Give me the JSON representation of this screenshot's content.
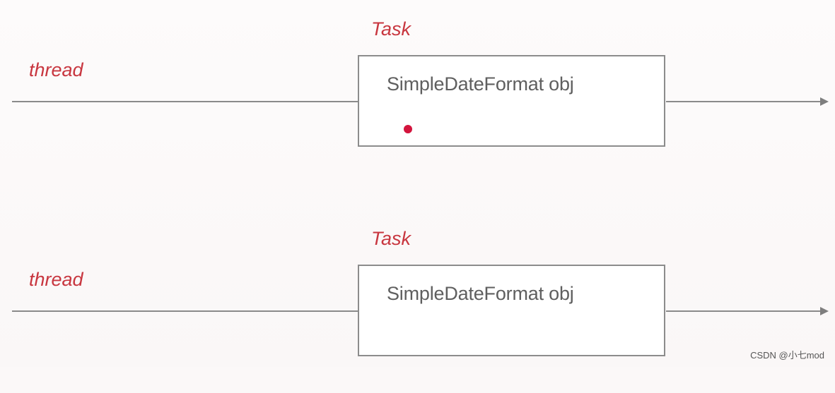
{
  "lanes": [
    {
      "thread_label": "thread",
      "task_label": "Task",
      "object_label": "SimpleDateFormat obj",
      "has_marker_dot": true
    },
    {
      "thread_label": "thread",
      "task_label": "Task",
      "object_label": "SimpleDateFormat obj",
      "has_marker_dot": false
    }
  ],
  "colors": {
    "accent_label": "#c8363f",
    "marker_dot": "#d3143d",
    "line": "#8a8a8a",
    "box_border": "#8c8c8c",
    "object_text": "#5f5f5f"
  },
  "watermark": "CSDN @小七mod"
}
